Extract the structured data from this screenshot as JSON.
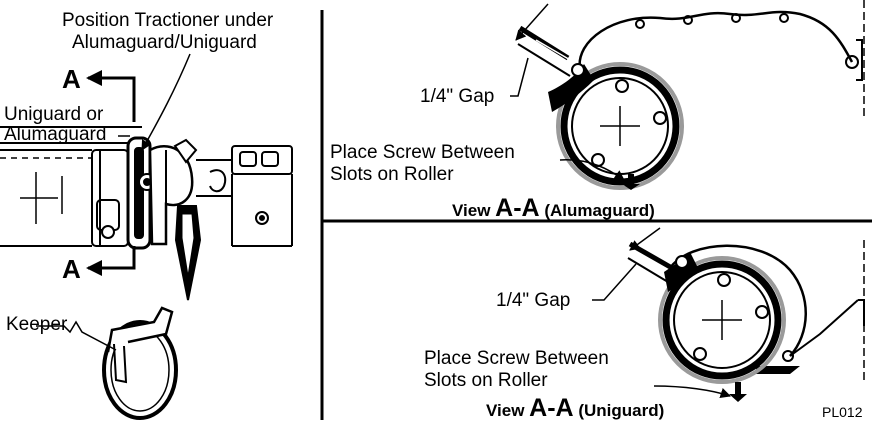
{
  "labels": {
    "position": [
      "Position Tractioner under",
      "Alumaguard/Uniguard"
    ],
    "uniguard_or": [
      "Uniguard or",
      "Alumaguard"
    ],
    "section_a_top": "A",
    "section_a_bottom": "A",
    "keeper": "Keeper",
    "gap_top": "1/4\" Gap",
    "gap_bottom": "1/4\" Gap",
    "screw_top": [
      "Place Screw Between",
      "Slots on Roller"
    ],
    "screw_bottom": [
      "Place Screw Between",
      "Slots on Roller"
    ],
    "view_alumaguard": {
      "prefix": "View ",
      "section": "A-A",
      "suffix": " (Alumaguard)"
    },
    "view_uniguard": {
      "prefix": "View ",
      "section": "A-A",
      "suffix": " (Uniguard)"
    },
    "figure_code": "PL012"
  },
  "colors": {
    "ink": "#000000",
    "gray_ring": "#9a9a9a",
    "background": "#ffffff"
  }
}
